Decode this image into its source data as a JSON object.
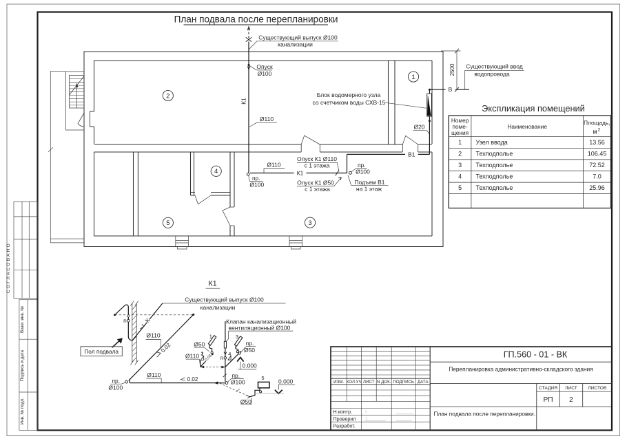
{
  "page": {
    "title": "План подвала после перепланировки"
  },
  "plan": {
    "labels": {
      "outlet1": "Существующий выпуск Ø100",
      "outlet2": "канализации",
      "drop_top1": "Опуск",
      "drop_top2": "Ø100",
      "riser_k1": "К1",
      "riser_d110": "Ø110",
      "meter1": "Блок водомерного узла",
      "meter2": "со счетчиком воды СХВ-15",
      "dim2500": "2500",
      "inlet1": "Существующий ввод",
      "inlet2": "водопровода",
      "v": "В",
      "d20": "Ø20",
      "b1": "В1",
      "k1": "К1",
      "d110": "Ø110",
      "pr1": "пр.",
      "pr1d": "Ø100",
      "drop110a": "Опуск К1 Ø110",
      "drop110b": "с 1 этажа",
      "drop50a": "Опуск К1 Ø50",
      "drop50b": "с 1 этажа",
      "pr2": "пр.",
      "pr2d": "Ø100",
      "rise1": "Подъем В1",
      "rise2": "на 1 этаж"
    },
    "rooms": {
      "r1": "1",
      "r2": "2",
      "r3": "3",
      "r4": "4",
      "r5": "5"
    }
  },
  "axon": {
    "title": "К1",
    "labels": {
      "outlet1": "Существующий выпуск Ø100",
      "outlet2": "канализации",
      "floor": "Пол подвала",
      "k": "К",
      "slope_diag": "0.02",
      "d110_diag": "Ø110",
      "d110_main": "Ø110",
      "slope_main": "0.02",
      "pr_left": "пр.",
      "pr_left_d": "Ø100",
      "valve1": "Клапан канализационный",
      "valve2": "вентиляционный Ø100",
      "d50_f1": "Ø50",
      "d110_f2": "Ø110",
      "slope_branch": "0.03",
      "pr_f3": "пр.",
      "pr_f3_d": "Ø50",
      "level_a": "0.000",
      "level_b": "0.000",
      "pr_stack": "пр.",
      "pr_stack_d": "Ø100",
      "d50_f5": "Ø50",
      "r_left": "R",
      "r_stack": "R",
      "f1": "1",
      "f2": "2",
      "f3": "3",
      "f4": "4",
      "f5": "5"
    }
  },
  "room_table": {
    "title": "Экспликация помещений",
    "header": {
      "num1": "Номер",
      "num2": "поме-",
      "num3": "щения",
      "name": "Наименование",
      "area1": "Площадь,",
      "area_base": "м",
      "area_sup": "2"
    },
    "rows": [
      [
        "1",
        "Узел ввода",
        "13.56"
      ],
      [
        "2",
        "Техподполье",
        "106.45"
      ],
      [
        "3",
        "Техподполье",
        "72.52"
      ],
      [
        "4",
        "Техподполье",
        "7.0"
      ],
      [
        "5",
        "Техподполье",
        "25.96"
      ]
    ]
  },
  "titleblock": {
    "code": "ГП.560 - 01 - ВК",
    "project": "Перепланировка административно-складского здания",
    "sheet_name": "План подвала после перепланировки.",
    "cols": {
      "izm": "ИЗМ.",
      "koluch": "КОЛ.УЧ",
      "list": "ЛИСТ",
      "ndok": "N ДОК.",
      "podpis": "ПОДПИСЬ",
      "data": "ДАТА"
    },
    "stage_label": "СТАДИЯ",
    "sheet_label": "ЛИСТ",
    "sheets_label": "ЛИСТОВ",
    "stage": "РП",
    "sheet": "2",
    "roles": {
      "ncontr": "Н.контр.",
      "proveril": "Проверил",
      "razrab": "Разработ."
    }
  },
  "margin": {
    "approved": "СОГЛАСОВАНО",
    "vzam": "Взам. инв. №",
    "podp": "Подпись и дата",
    "inv": "Инв. № подл."
  }
}
